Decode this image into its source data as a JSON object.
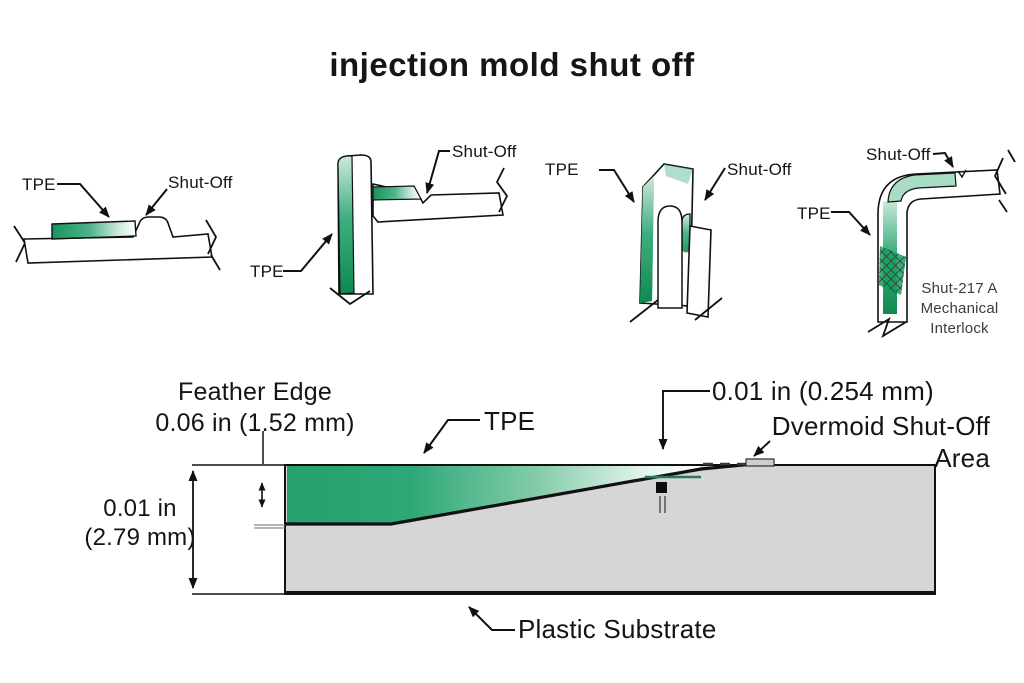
{
  "title": "injection mold shut off",
  "colors": {
    "tpe_green": "#2fa878",
    "tpe_green_dark": "#0e8a4f",
    "substrate_gray": "#d6d6d6",
    "line_black": "#111111"
  },
  "top_diagrams": [
    {
      "name": "flat-strip-shut-off",
      "tpe_label": "TPE",
      "shut_off_label": "Shut-Off"
    },
    {
      "name": "vertical-wall-shut-off",
      "tpe_label": "TPE",
      "shut_off_label": "Shut-Off"
    },
    {
      "name": "notch-shut-off",
      "tpe_label": "TPE",
      "shut_off_label": "Shut-Off"
    },
    {
      "name": "corner-shut-off",
      "tpe_label": "TPE",
      "shut_off_label": "Shut-Off",
      "caption_line1": "Shut-217 A",
      "caption_line2": "Mechanical",
      "caption_line3": "Interlock"
    }
  ],
  "bottom_diagram": {
    "feather_edge_line1": "Feather Edge",
    "feather_edge_line2": "0.06 in (1.52 mm)",
    "tpe_label": "TPE",
    "shut_off_depth_label": "0.01 in (0.254 mm)",
    "overmold_line1": "Dvermoid Shut-Off",
    "overmold_line2": "Area",
    "thickness_line1": "0.01 in",
    "thickness_line2": "(2.79 mm)",
    "substrate_label": "Plastic Substrate"
  }
}
